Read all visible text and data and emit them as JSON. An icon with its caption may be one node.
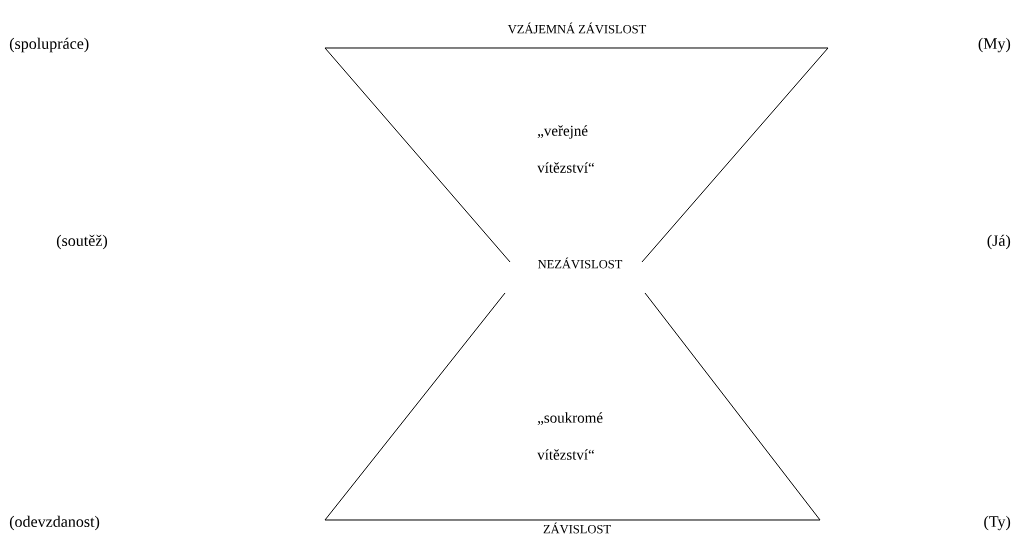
{
  "diagram": {
    "nodes": [
      {
        "text": [
          "VZÁJEMNÁ ZÁVISLOST",
          "„veřejné vítězství“"
        ]
      },
      {
        "text": [
          "„soukromé vítězství“",
          "ZÁVISLOST"
        ]
      }
    ],
    "labels": [
      "(spolupráce)",
      "(My)",
      "(soutěž)",
      "NEZÁVISLOST",
      "(Já)",
      "(odevzdanost)",
      "(Ty)"
    ]
  }
}
